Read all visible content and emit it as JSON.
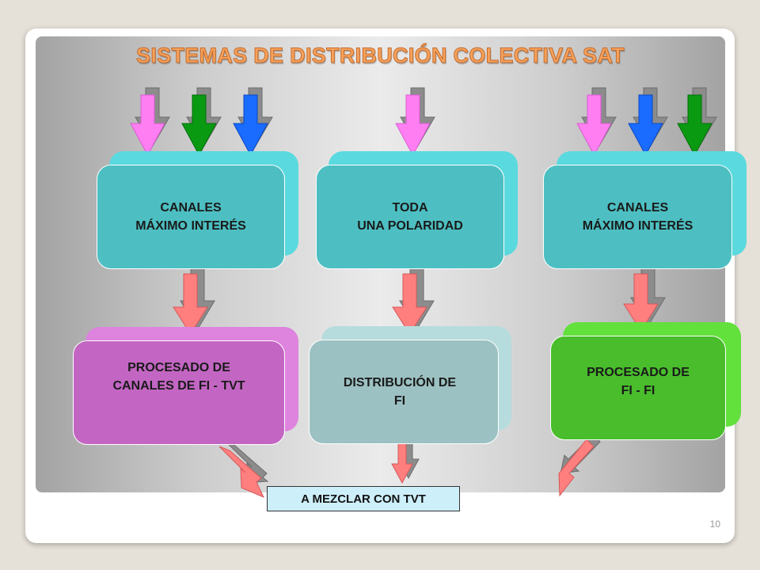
{
  "slide": {
    "title": "SISTEMAS DE DISTRIBUCIÓN COLECTIVA SAT",
    "page_number": "10"
  },
  "colors": {
    "accent_title": "#f5a25d",
    "arrow_pink": "#ff7ff2",
    "arrow_green": "#0a9a12",
    "arrow_blue": "#1a6bff",
    "arrow_salmon": "#ff7f7f",
    "box_teal": "#4dbfc2",
    "box_purple": "#c366c3",
    "box_gray": "#9cc1c2",
    "box_green": "#49bd2c"
  },
  "columns": [
    {
      "input_box": {
        "line1": "CANALES",
        "line2": "MÁXIMO INTERÉS"
      },
      "input_arrows": [
        "pink",
        "green",
        "blue"
      ],
      "process_box": {
        "line1": "PROCESADO DE",
        "line2": "CANALES DE FI - TVT"
      }
    },
    {
      "input_box": {
        "line1": "TODA",
        "line2": "UNA POLARIDAD"
      },
      "input_arrows": [
        "pink"
      ],
      "process_box": {
        "line1": "DISTRIBUCIÓN DE",
        "line2": "FI"
      }
    },
    {
      "input_box": {
        "line1": "CANALES",
        "line2": "MÁXIMO INTERÉS"
      },
      "input_arrows": [
        "pink",
        "blue",
        "green"
      ],
      "process_box": {
        "line1": "PROCESADO DE",
        "line2": "FI - FI"
      }
    }
  ],
  "output": {
    "label": "A MEZCLAR CON TVT"
  }
}
